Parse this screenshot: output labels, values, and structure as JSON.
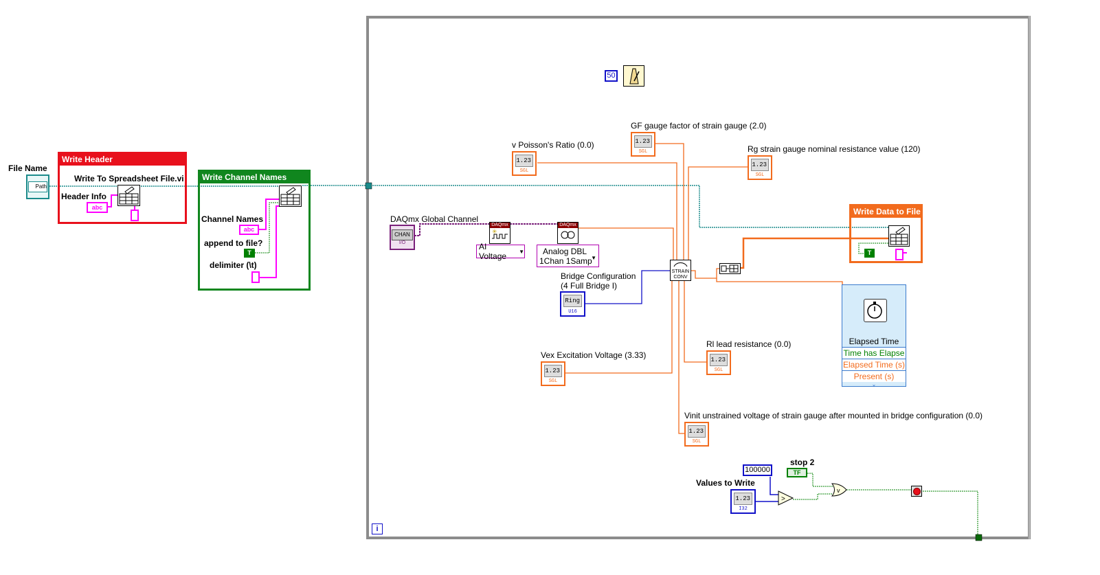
{
  "frames": {
    "write_header": {
      "title": "Write Header",
      "color": "#e8101c"
    },
    "write_channel_names": {
      "title": "Write Channel Names",
      "color": "#10861e"
    },
    "write_data": {
      "title": "Write Data to File",
      "color": "#f26b1d"
    }
  },
  "labels": {
    "file_name": "File Name",
    "write_to_spreadsheet": "Write To Spreadsheet File.vi",
    "header_info": "Header Info",
    "channel_names": "Channel Names",
    "append_to_file": "append to file?",
    "delimiter": "delimiter (\\t)",
    "daqmx_global_channel": "DAQmx Global Channel",
    "poisson_ratio": "v Poisson's Ratio (0.0)",
    "gauge_factor": "GF gauge factor of strain gauge (2.0)",
    "rg_resistance": "Rg strain gauge nominal resistance value (120)",
    "bridge_config_line1": "Bridge Configuration",
    "bridge_config_line2": "(4 Full Bridge I)",
    "vex_voltage": "Vex Excitation Voltage (3.33)",
    "rl_lead": "Rl lead resistance (0.0)",
    "vinit": "Vinit unstrained voltage of strain gauge after mounted in bridge configuration (0.0)",
    "values_to_write": "Values to Write",
    "stop2": "stop 2"
  },
  "constants": {
    "wait_ms": "50",
    "threshold": "100000"
  },
  "terminals": {
    "path": "Path",
    "abc": "abc",
    "bool_t": "T",
    "tf": "TF",
    "chan": "CHAN",
    "io": "I/O",
    "ring": "Ring",
    "u16": "U16",
    "num": "1.23",
    "sgl": "SGL",
    "i32": "I32",
    "loop_i": "i"
  },
  "dropdowns": {
    "ai_voltage": "AI Voltage",
    "analog_line1": "Analog DBL",
    "analog_line2": "1Chan 1Samp"
  },
  "elapsed_time": {
    "title": "Elapsed Time",
    "outputs": [
      "Time has Elapse",
      "Elapsed Time (s)",
      "Present (s)"
    ]
  },
  "vi_text": {
    "daqmx": "DAQmx",
    "strain": "STRAIN",
    "conv": "CONV"
  },
  "colors": {
    "orange": "#f26b1d",
    "pink": "#ff00ff",
    "teal": "#007f7f",
    "blue": "#1010c8",
    "green": "#008000",
    "purple": "#7a1f7a"
  },
  "icons": [
    "metronome-icon",
    "stopwatch-icon",
    "spreadsheet-file-icon",
    "stop-button-icon",
    "loop-iteration-icon"
  ]
}
